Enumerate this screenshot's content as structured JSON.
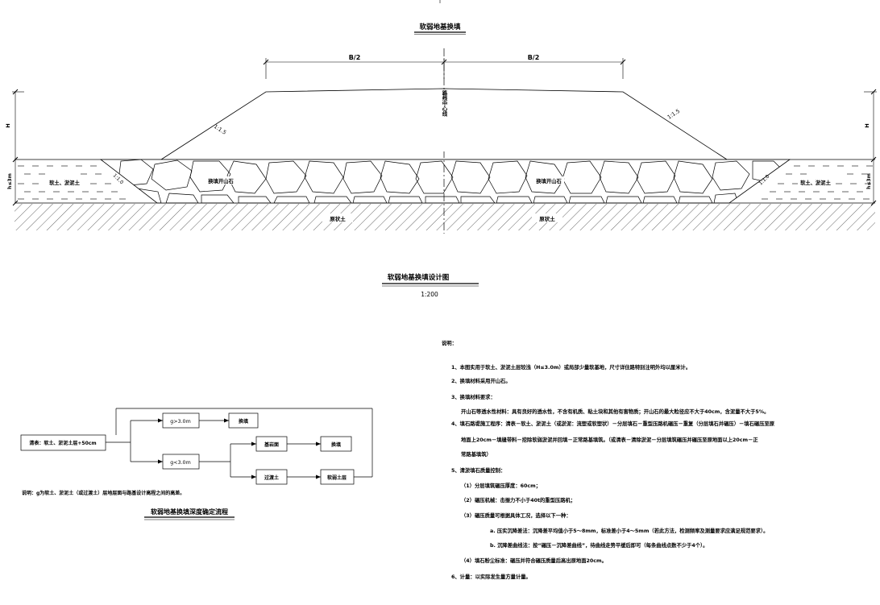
{
  "section": {
    "title": "软弱地基换填",
    "half_width_label": "B/2",
    "slope_label": "1:1.5",
    "inner_slope_label": "1:1.0",
    "centerline_label": "路线中心线",
    "height_mark": "H",
    "depth_mark": "h≤3m",
    "fill_label": "换填开山石",
    "soft_soil_label": "软土、淤泥土",
    "base_soil_label": "原状土"
  },
  "drawing_title": {
    "title": "软弱地基换填设计图",
    "scale": "1:200"
  },
  "flowchart": {
    "start_box": "清表：软土、淤泥土层+50cm",
    "gt_box": "g>3.0m",
    "lt_box": "g<3.0m",
    "replace_box1": "换填",
    "base_box": "基岩面",
    "replace_box2": "换填",
    "transition_box": "过渡土",
    "weak_box": "软弱土层",
    "footnote": "说明：g为软土、淤泥土（或过渡土）层地层面与路基设计高程之间的高差。",
    "title": "软弱地基换填深度确定流程"
  },
  "notes": {
    "heading": "说明：",
    "lines": [
      "1、本图实用于软土、淤泥土层较浅（H≤3.0m）或局部少量软基地，尺寸详住路特别注明外均以厘米计。",
      "2、换填材料采用开山石。",
      "3、换填材料要求：",
      "开山石等透水性材料：具有良好的透水性，不含有机质、粘土块和其他有害物质；开山石的最大粒径应不大于40cm，含泥量不大于5%。",
      "4、填石路堤施工程序：清表－软土、淤泥土（或淤泥：流塑或软塑状）－分层填石－重型压路机碾压－重复（分层填石并碾压）－填石碾压至原",
      "地面上20cm－填缝带料－挖除软弱淤泥并回填－正常路基填筑。（或清表－清除淤泥－分层填筑碾压并碾压至原地面以上20cm－正",
      "常路基填筑）",
      "5、清淤填石质量控制：",
      "（1）分层填筑碾压厚度：60cm；",
      "（2）碾压机械：击振力不小于40t的重型压路机；",
      "（3）碾压质量可根据具体工况，选择以下一种：",
      "a. 压实沉降差法：沉降差平均值小于5～8mm，标准差小于4～5mm（若此方法，检测频率及测量要求应满足规范要求）。",
      "b. 沉降差曲线法：按“碾压－沉降差曲线”，待曲线走势平缓后即可（每条曲线点数不少于4个）。",
      "（4）填石粉尘标准：碾压并符合碾压质量后高出原地面20cm。",
      "6、计量：以实际发生量方量计量。"
    ]
  },
  "colors": {
    "line": "#000000",
    "background": "#ffffff"
  }
}
